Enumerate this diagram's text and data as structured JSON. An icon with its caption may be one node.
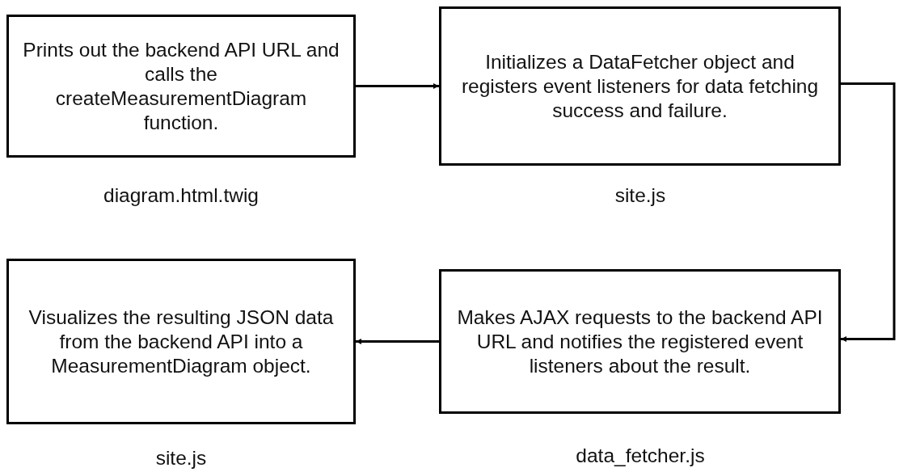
{
  "diagram": {
    "nodes": [
      {
        "text": [
          "Prints out the backend API URL and calls the createMeasurementDiagram function."
        ],
        "beside": [
          "diagram.html.twig"
        ]
      },
      {
        "text": [
          "Initializes a DataFetcher object and registers event listeners for data fetching success and failure."
        ],
        "beside": [
          "site.js"
        ]
      },
      {
        "text": [
          "Makes AJAX requests to the backend API URL and notifies the registered event listeners about the result."
        ],
        "beside": [
          "data_fetcher.js"
        ]
      },
      {
        "text": [
          "Visualizes the resulting JSON data from the backend API into a MeasurementDiagram object."
        ],
        "beside": [
          "site.js"
        ]
      }
    ],
    "edges": [
      {
        "from": 0,
        "to": 1,
        "arrow": "to"
      },
      {
        "from": 1,
        "to": 2,
        "arrow": "to"
      },
      {
        "from": 2,
        "to": 3,
        "arrow": "to"
      }
    ]
  }
}
